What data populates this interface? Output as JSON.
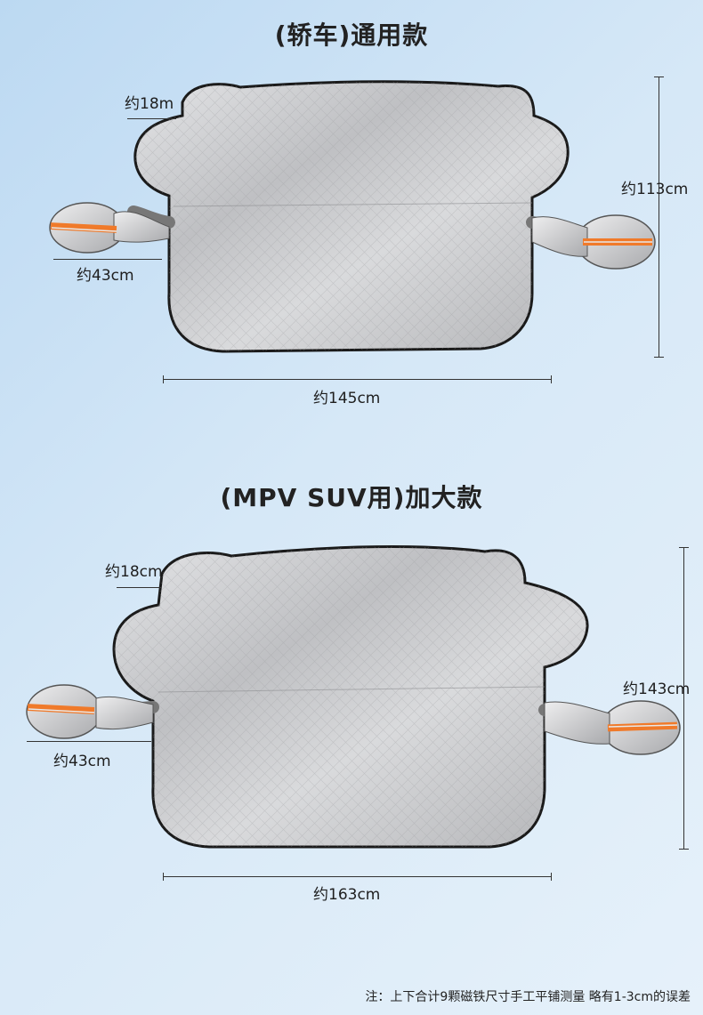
{
  "sections": [
    {
      "title": "(轿车)通用款",
      "dims": {
        "ear": "约18m",
        "mirror": "约43cm",
        "height": "约113cm",
        "width": "约145cm"
      }
    },
    {
      "title": "(MPV SUV用)加大款",
      "dims": {
        "ear": "约18cm",
        "mirror": "约43cm",
        "height": "约143cm",
        "width": "约163cm"
      }
    }
  ],
  "footnote": "注：上下合计9颗磁铁尺寸手工平铺测量 略有1-3cm的误差",
  "colors": {
    "background": "#d6e8f7",
    "cover_fill": "#c8c9cb",
    "cover_outline": "#1a1a1a",
    "reflective_stripe": "#f07a2a"
  }
}
